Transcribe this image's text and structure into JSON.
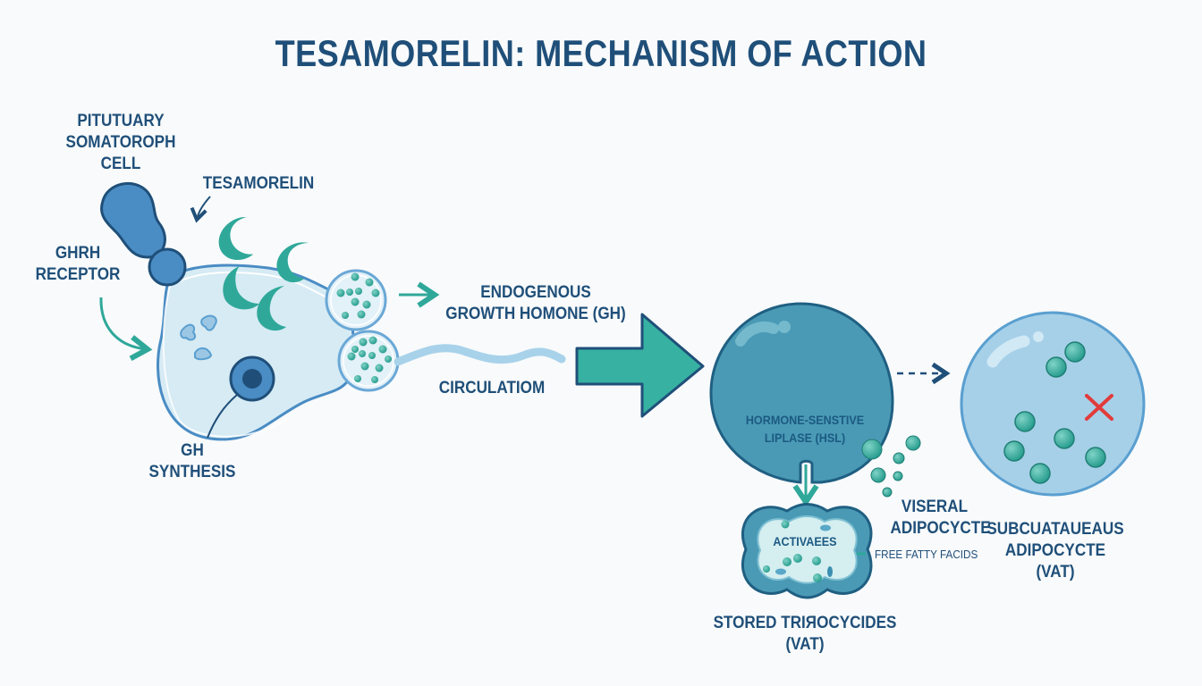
{
  "title": "TESAMORELIN: MECHANISM OF ACTION",
  "labels": {
    "pituitary": [
      "PITUTUARY",
      "SOMATOROPH",
      "CELL"
    ],
    "tesamorelin": "TESAMORELIN",
    "ghrh_receptor": [
      "GHRH",
      "RECEPTOR"
    ],
    "gh_synthesis": [
      "GH",
      "SYNTHESIS"
    ],
    "endogenous_gh": [
      "ENDOGENOUS",
      "GROWTH HOMONE (GH)"
    ],
    "circulation": "CIRCULATIOM",
    "hsl": [
      "HORMONE-SENSTIVE",
      "LIPLASE (HSL)"
    ],
    "activaees": "ACTIVAEES",
    "free_fatty_acids": "FREE FATTY FACIDS",
    "visceral_adipocyte": [
      "VISERAL",
      "ADIPOCYCTE"
    ],
    "stored_triglycerides": [
      "STORED TRIЯOCYCIDES",
      "(VAT)"
    ],
    "subcutaneous_adipocyte": [
      "SUBCUATAUEAUS",
      "ADIPOCYCTE",
      "(VAT)"
    ]
  },
  "icons": {
    "blocked_marker": "red-x-icon"
  },
  "colors": {
    "title": "#1f4f79",
    "teal": "#2fa89a",
    "blue": "#4a8cc4",
    "dark_blue": "#1f4f79",
    "cell_fill": "#d6ebf4",
    "hsl_fill": "#4a9ab5",
    "subq_fill": "#a6d0e8",
    "blocked": "#e23b3b"
  }
}
